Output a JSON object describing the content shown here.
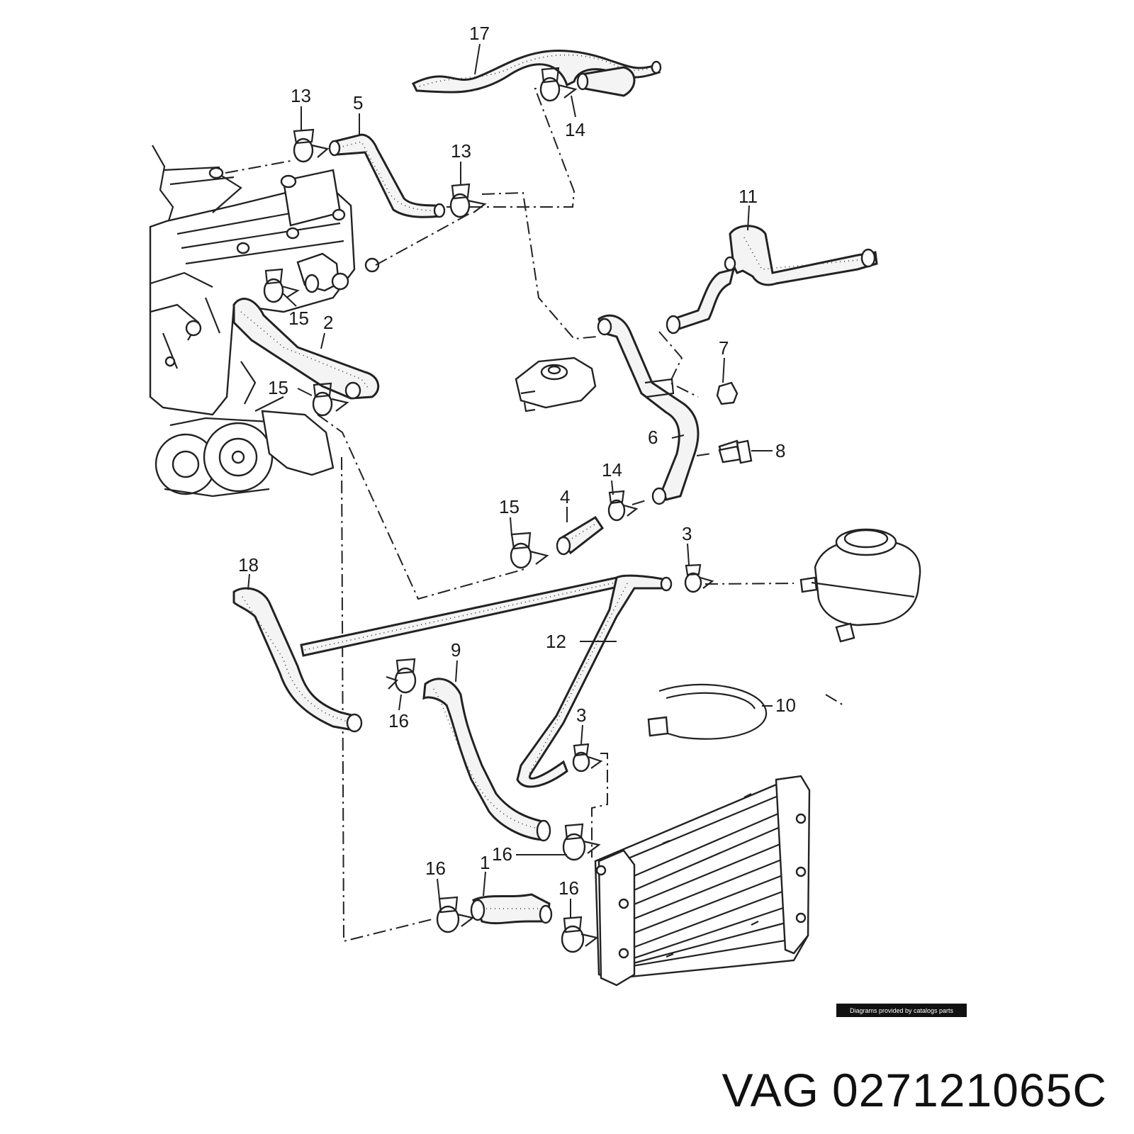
{
  "diagram": {
    "callouts": {
      "c17": "17",
      "c13a": "13",
      "c5": "5",
      "c13b": "13",
      "c14a": "14",
      "c11": "11",
      "c15a": "15",
      "c2": "2",
      "c15b": "15",
      "c7": "7",
      "c6": "6",
      "c8": "8",
      "c14b": "14",
      "c15c": "15",
      "c4": "4",
      "c3a": "3",
      "c18": "18",
      "c12": "12",
      "c9": "9",
      "c16a": "16",
      "c10": "10",
      "c3b": "3",
      "c16b": "16",
      "c16c": "16",
      "c1": "1",
      "c16d": "16"
    }
  },
  "footer": {
    "credit": "Diagrams provided by catalogs parts",
    "brand": "VAG",
    "part_number": "027121065C"
  }
}
